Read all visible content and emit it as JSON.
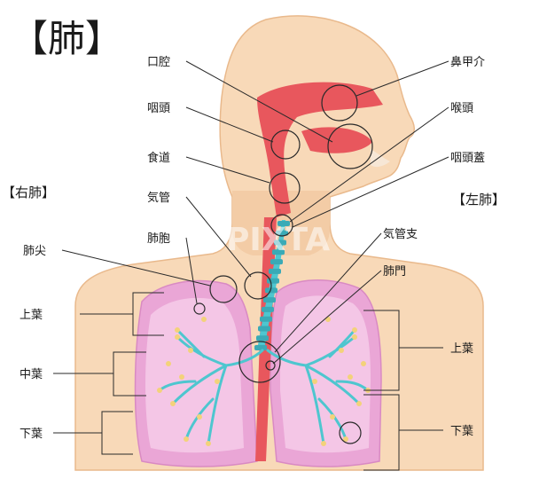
{
  "title": "【肺】",
  "right_lung_label": "【右肺】",
  "left_lung_label": "【左肺】",
  "labels_left": {
    "oral_cavity": "口腔",
    "pharynx": "咽頭",
    "esophagus": "食道",
    "trachea": "気管",
    "alveolus": "肺胞",
    "apex": "肺尖",
    "upper_lobe": "上葉",
    "middle_lobe": "中葉",
    "lower_lobe": "下葉"
  },
  "labels_right": {
    "turbinate": "鼻甲介",
    "larynx": "喉頭",
    "epiglottis": "咽頭蓋",
    "bronchus": "気管支",
    "hilum": "肺門",
    "upper_lobe": "上葉",
    "lower_lobe": "下葉"
  },
  "watermark": "PIXTA",
  "colors": {
    "skin": "#f8d9b8",
    "skin_edge": "#e9b98c",
    "airway_red": "#e8575d",
    "lung_pink": "#eaa6d6",
    "lung_light": "#f4c6e6",
    "bronchi": "#4ec6cf",
    "trachea_rings": "#3aaab6",
    "nodes": "#f3d27a"
  }
}
